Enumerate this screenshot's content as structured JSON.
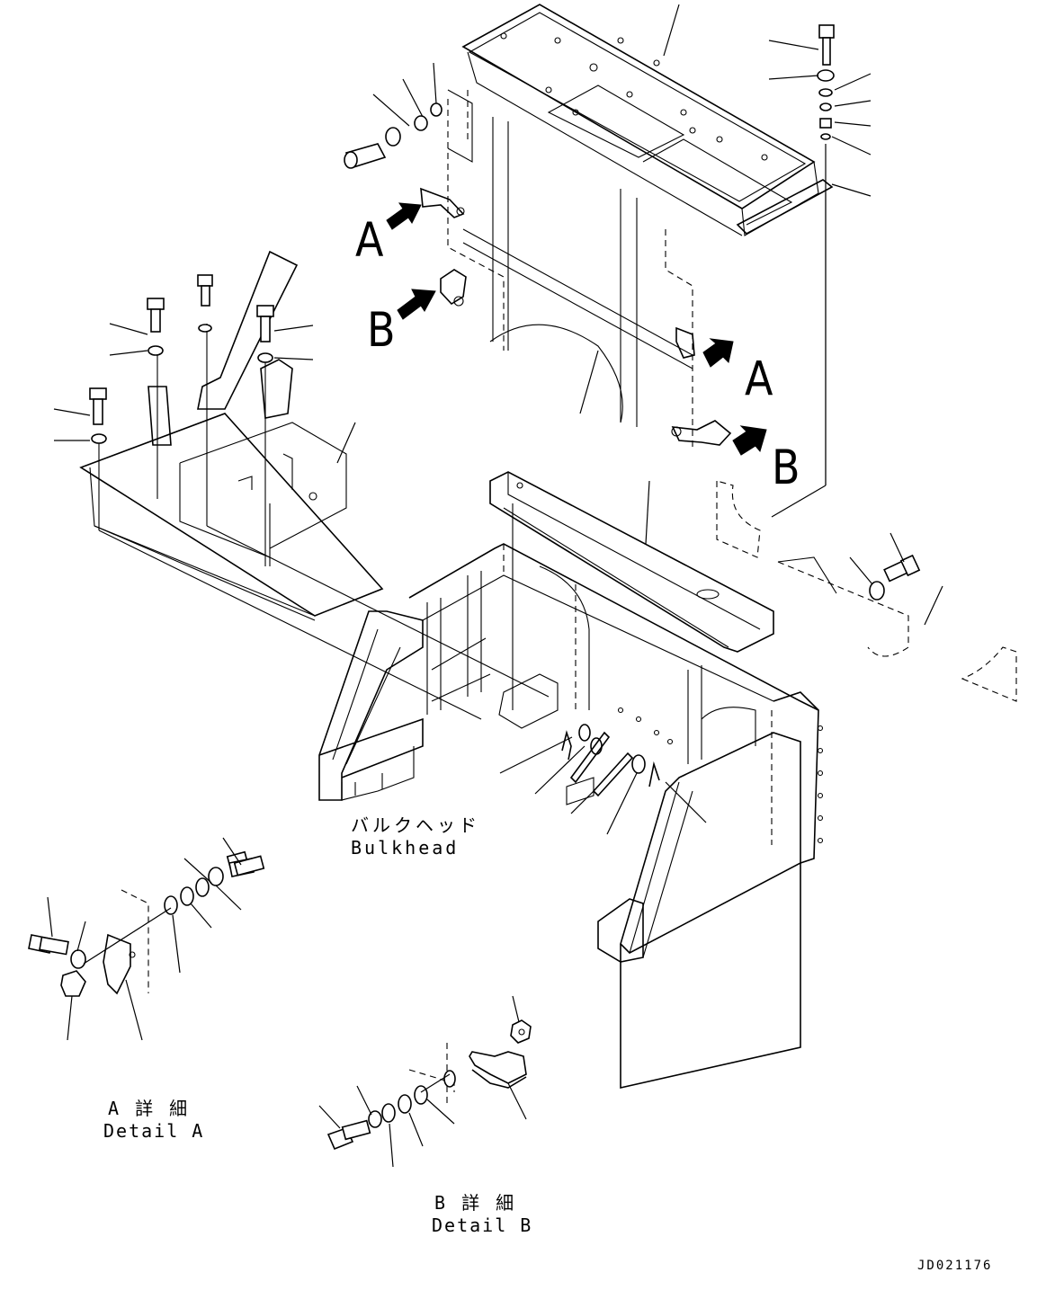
{
  "labels": {
    "callout_a": "A",
    "callout_b": "B",
    "bulkhead_jp": "バルクヘッド",
    "bulkhead_en": "Bulkhead",
    "detail_a_jp": "A 詳 細",
    "detail_a_en": "Detail A",
    "detail_b_jp": "B 詳 細",
    "detail_b_en": "Detail B",
    "drawing_number": "JD021176"
  }
}
